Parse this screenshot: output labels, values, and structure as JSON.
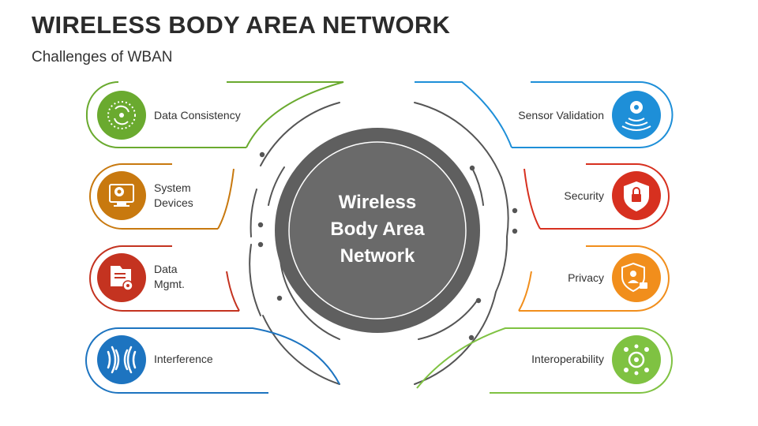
{
  "header": {
    "title": "WIRELESS BODY AREA NETWORK",
    "subtitle": "Challenges of WBAN"
  },
  "center": {
    "lines": [
      "Wireless",
      "Body Area",
      "Network"
    ]
  },
  "left_items": [
    {
      "label": "Data Consistency",
      "lines": [
        "Data Consistency"
      ],
      "color": "#6aaa2f",
      "icon": "data-consistency-icon"
    },
    {
      "label": "System Devices",
      "lines": [
        "System",
        "Devices"
      ],
      "color": "#c8790f",
      "icon": "system-devices-icon"
    },
    {
      "label": "Data Mgmt.",
      "lines": [
        "Data",
        "Mgmt."
      ],
      "color": "#c43320",
      "icon": "data-management-icon"
    },
    {
      "label": "Interference",
      "lines": [
        "Interference"
      ],
      "color": "#1d74c0",
      "icon": "interference-icon"
    }
  ],
  "right_items": [
    {
      "label": "Sensor Validation",
      "lines": [
        "Sensor Validation"
      ],
      "color": "#1e8fd8",
      "icon": "sensor-validation-icon"
    },
    {
      "label": "Security",
      "lines": [
        "Security"
      ],
      "color": "#d7301f",
      "icon": "security-shield-icon"
    },
    {
      "label": "Privacy",
      "lines": [
        "Privacy"
      ],
      "color": "#f18e1c",
      "icon": "privacy-shield-icon"
    },
    {
      "label": "Interoperability",
      "lines": [
        "Interoperability"
      ],
      "color": "#7fc242",
      "icon": "interoperability-icon"
    }
  ],
  "colors": {
    "ring_outer": "#5f5f5f",
    "disc": "#666666",
    "ring_inner": "#ffffff",
    "text": "#333333"
  }
}
